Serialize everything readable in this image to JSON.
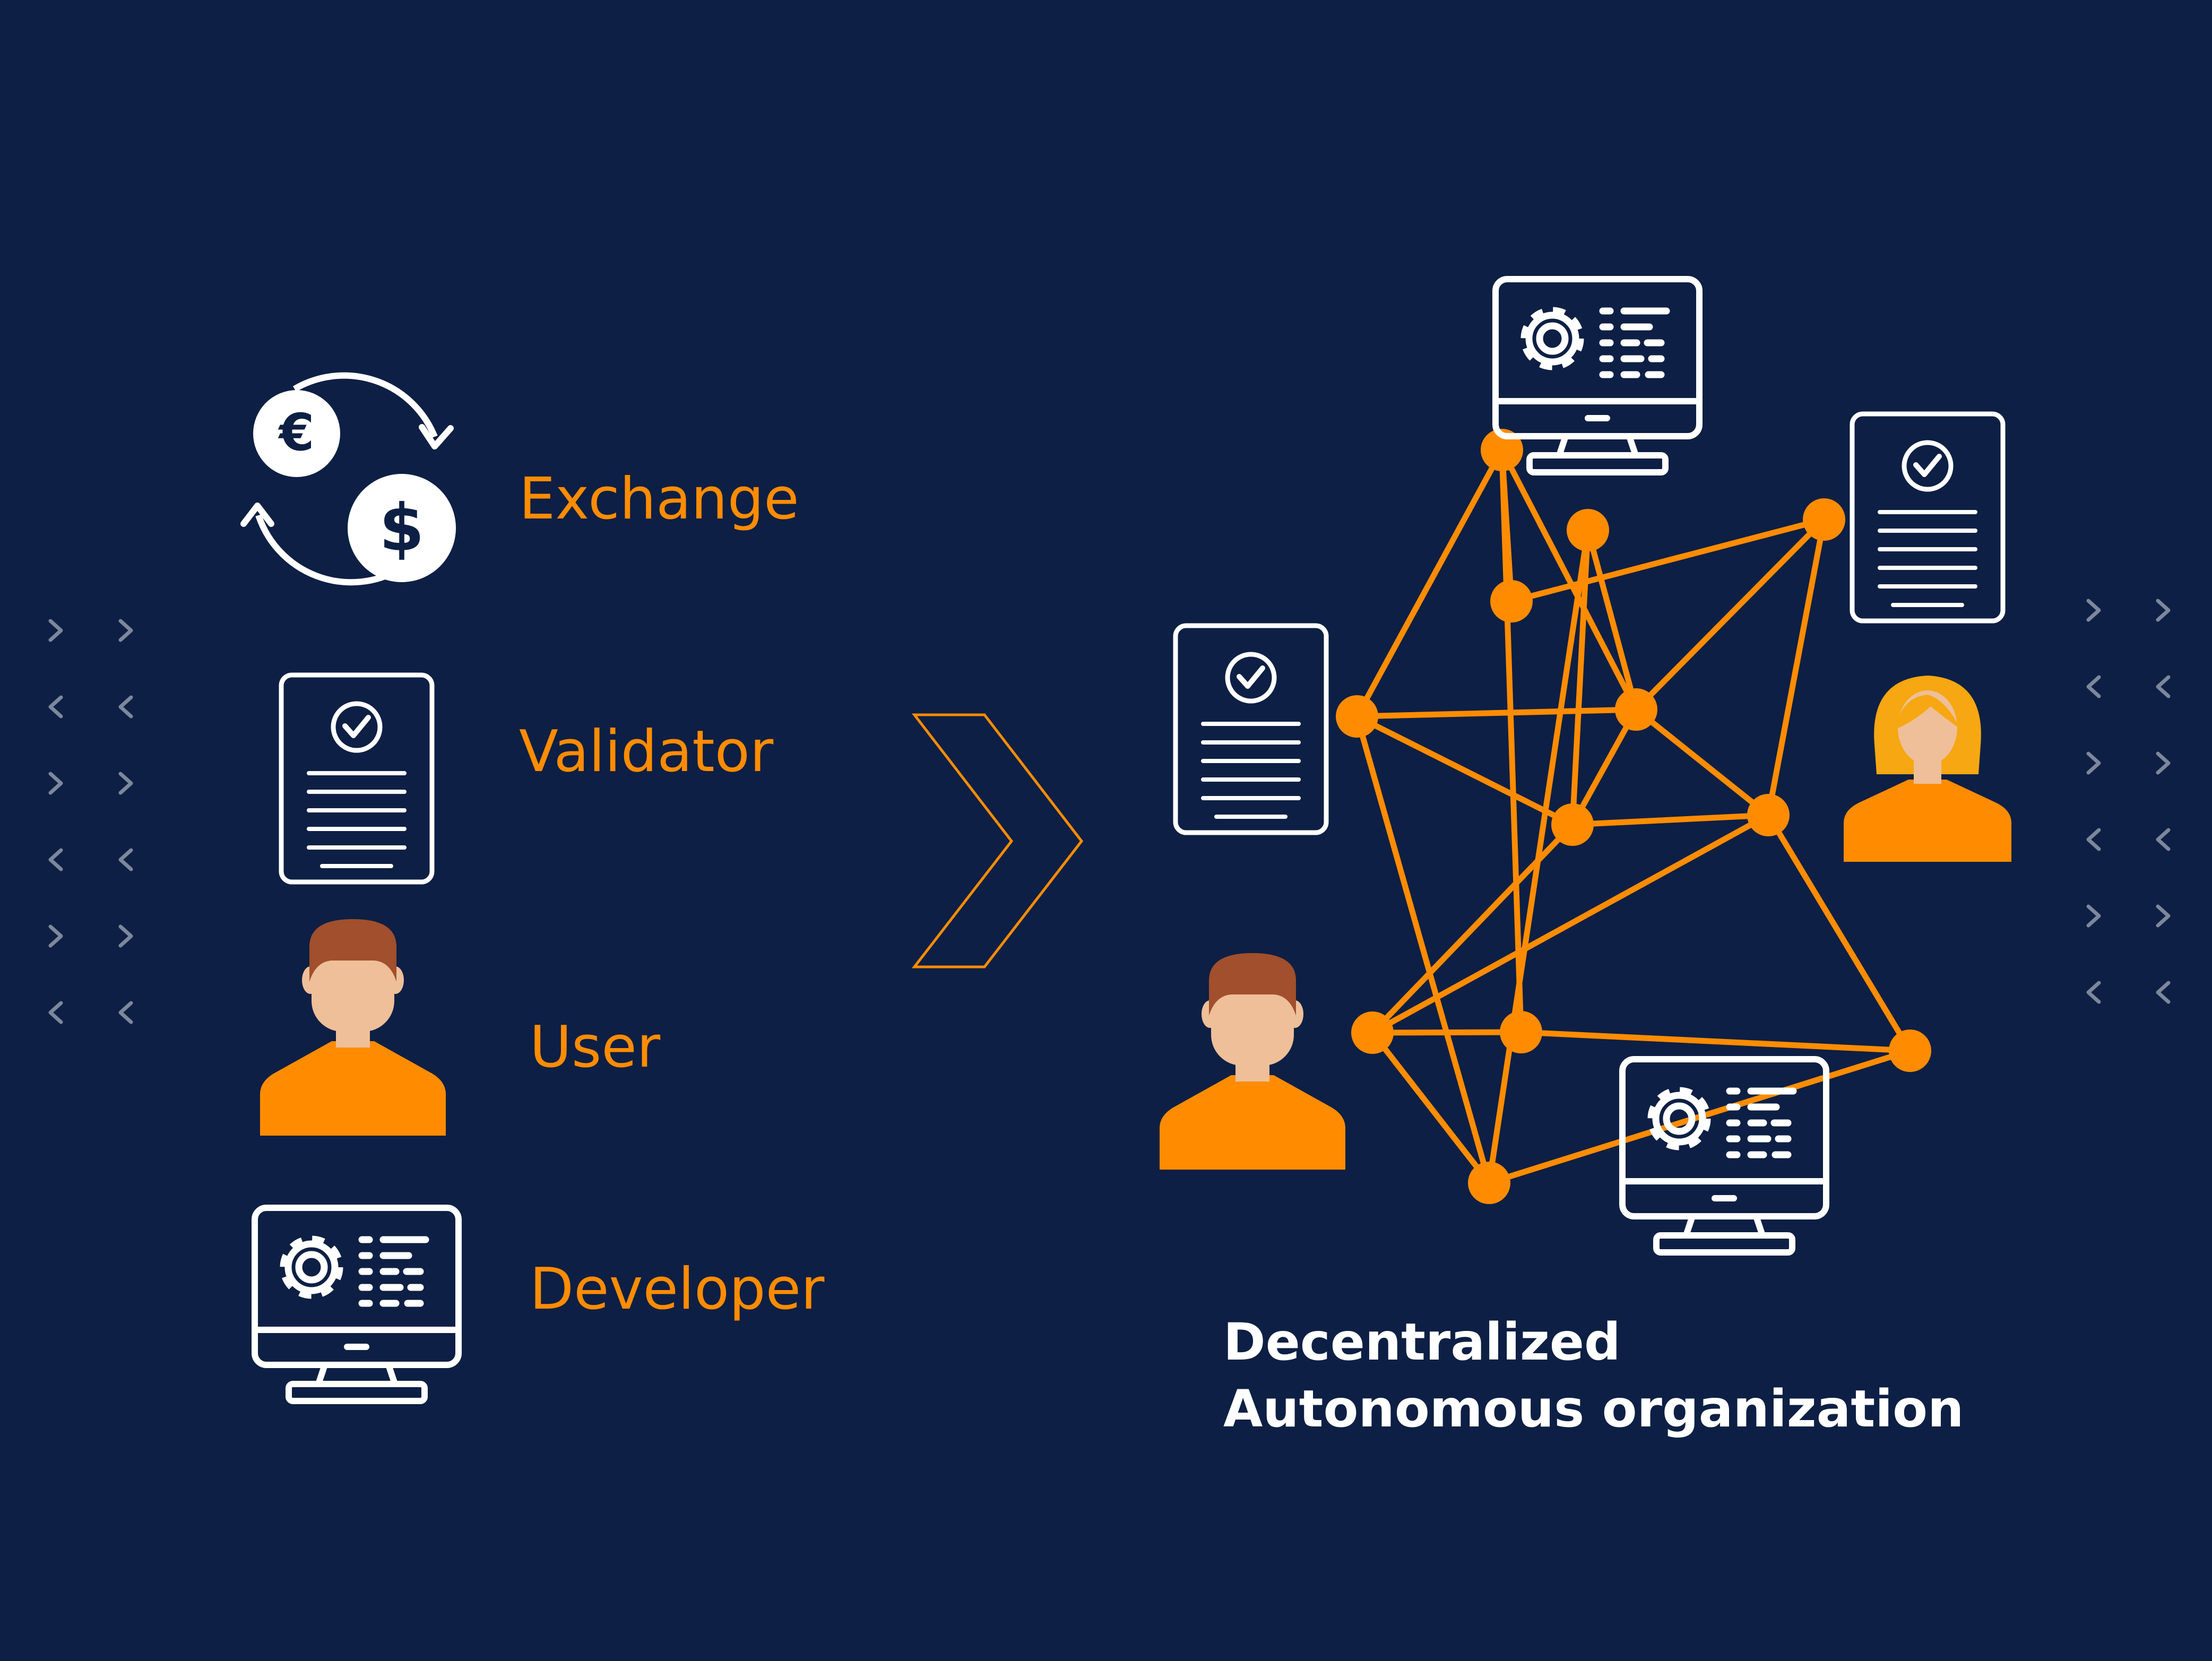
{
  "colors": {
    "background": "#0d1f44",
    "accent": "#ff8c00",
    "icon_stroke": "#ffffff",
    "chevrons": "#7d879c",
    "skin": "#eebf98",
    "hair_brown": "#a14f2c",
    "hair_blonde": "#f6a711"
  },
  "legend": {
    "items": [
      {
        "label": "Exchange",
        "icon": "currency-exchange-icon"
      },
      {
        "label": "Validator",
        "icon": "validated-document-icon"
      },
      {
        "label": "User",
        "icon": "user-icon"
      },
      {
        "label": "Developer",
        "icon": "developer-computer-icon"
      }
    ]
  },
  "arrow": {
    "icon": "chevron-right-icon"
  },
  "network": {
    "title_line1": "Decentralized",
    "title_line2": "Autonomous organization",
    "members": [
      "developer-computer-icon",
      "validated-document-icon",
      "validated-document-icon",
      "female-user-icon",
      "user-icon",
      "developer-computer-icon"
    ]
  },
  "decor": {
    "icon": "chevron-pattern-icon"
  }
}
